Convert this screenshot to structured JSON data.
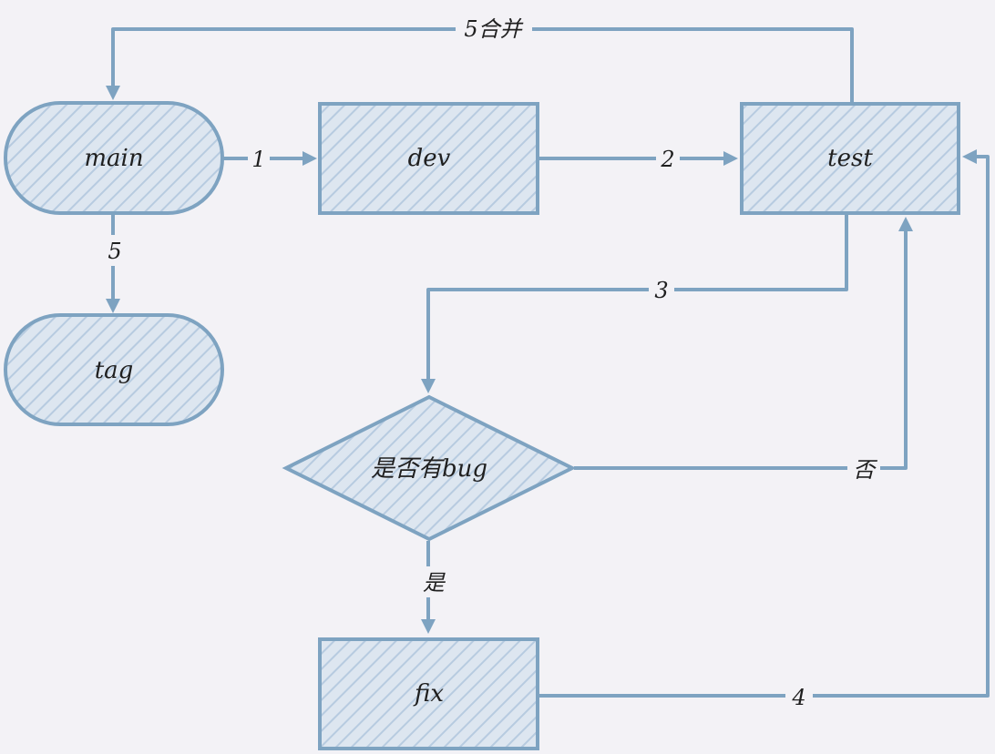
{
  "nodes": {
    "main": "main",
    "dev": "dev",
    "test": "test",
    "tag": "tag",
    "decision": "是否有bug",
    "fix": "fix"
  },
  "edges": {
    "main_to_dev": "1",
    "dev_to_test": "2",
    "test_to_decision": "3",
    "fix_to_test": "4",
    "main_to_tag": "5",
    "test_to_main": "5合并",
    "decision_no": "否",
    "decision_yes": "是"
  },
  "colors": {
    "stroke": "#7ea3c1",
    "fill_tint": "#d9e4f0",
    "background": "#f3f2f6"
  }
}
